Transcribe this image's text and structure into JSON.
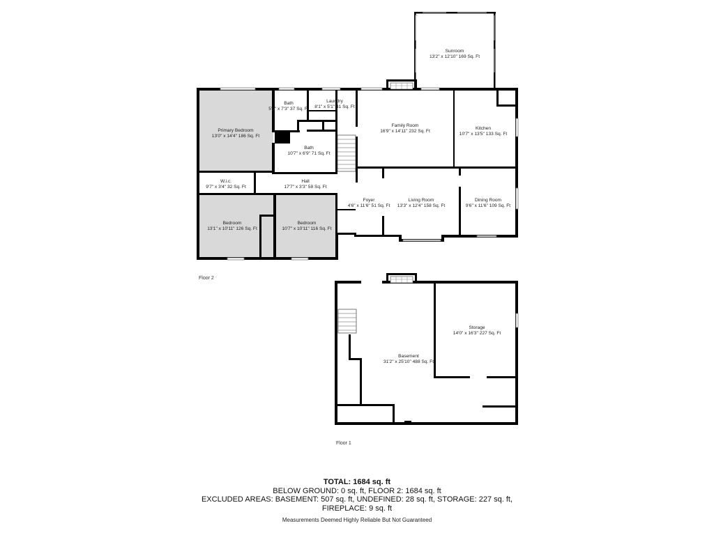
{
  "floors": {
    "floor2_label": "Floor 2",
    "floor1_label": "Floor 1"
  },
  "rooms": [
    {
      "id": "sunroom",
      "name": "Sunroom",
      "dims": "13'2\" x 12'10\" 169 Sq. Ft"
    },
    {
      "id": "primary_bedroom",
      "name": "Primary Bedroom",
      "dims": "13'0\" x 14'4\" 186 Sq. Ft"
    },
    {
      "id": "bath1",
      "name": "Bath",
      "dims": "5'5\" x 7'3\" 37 Sq. Ft"
    },
    {
      "id": "laundry",
      "name": "Laundry",
      "dims": "8'1\" x 5'1\" 41 Sq. Ft"
    },
    {
      "id": "family_room",
      "name": "Family Room",
      "dims": "16'9\" x 14'11\" 232 Sq. Ft"
    },
    {
      "id": "kitchen",
      "name": "Kitchen",
      "dims": "10'7\" x 13'5\" 133 Sq. Ft"
    },
    {
      "id": "bath2",
      "name": "Bath",
      "dims": "10'7\" x 6'9\" 71 Sq. Ft"
    },
    {
      "id": "wic",
      "name": "W.i.c.",
      "dims": "9'7\" x 3'4\" 32 Sq. Ft"
    },
    {
      "id": "hall",
      "name": "Hall",
      "dims": "17'7\" x 3'3\" 58 Sq. Ft"
    },
    {
      "id": "foyer",
      "name": "Foyer",
      "dims": "4'6\" x 11'6\" 51 Sq. Ft"
    },
    {
      "id": "living_room",
      "name": "Living Room",
      "dims": "13'3\" x 12'4\" 158 Sq. Ft"
    },
    {
      "id": "dining_room",
      "name": "Dining Room",
      "dims": "9'6\" x 11'6\" 109 Sq. Ft"
    },
    {
      "id": "bedroom1",
      "name": "Bedroom",
      "dims": "13'1\" x 10'11\" 126 Sq. Ft"
    },
    {
      "id": "bedroom2",
      "name": "Bedroom",
      "dims": "10'7\" x 10'11\" 116 Sq. Ft"
    },
    {
      "id": "storage",
      "name": "Storage",
      "dims": "14'0\" x 16'3\" 227 Sq. Ft"
    },
    {
      "id": "basement",
      "name": "Basement",
      "dims": "31'2\" x 25'10\" 488 Sq. Ft"
    }
  ],
  "summary": {
    "total": "TOTAL: 1684 sq. ft",
    "line1": "BELOW GROUND: 0 sq. ft, FLOOR 2: 1684 sq. ft",
    "line2": "EXCLUDED AREAS: BASEMENT: 507 sq. ft, UNDEFINED: 28 sq. ft, STORAGE: 227 sq. ft,",
    "line3": "FIREPLACE: 9 sq. ft"
  },
  "disclaimer": "Measurements Deemed Highly Reliable But Not Guaranteed"
}
